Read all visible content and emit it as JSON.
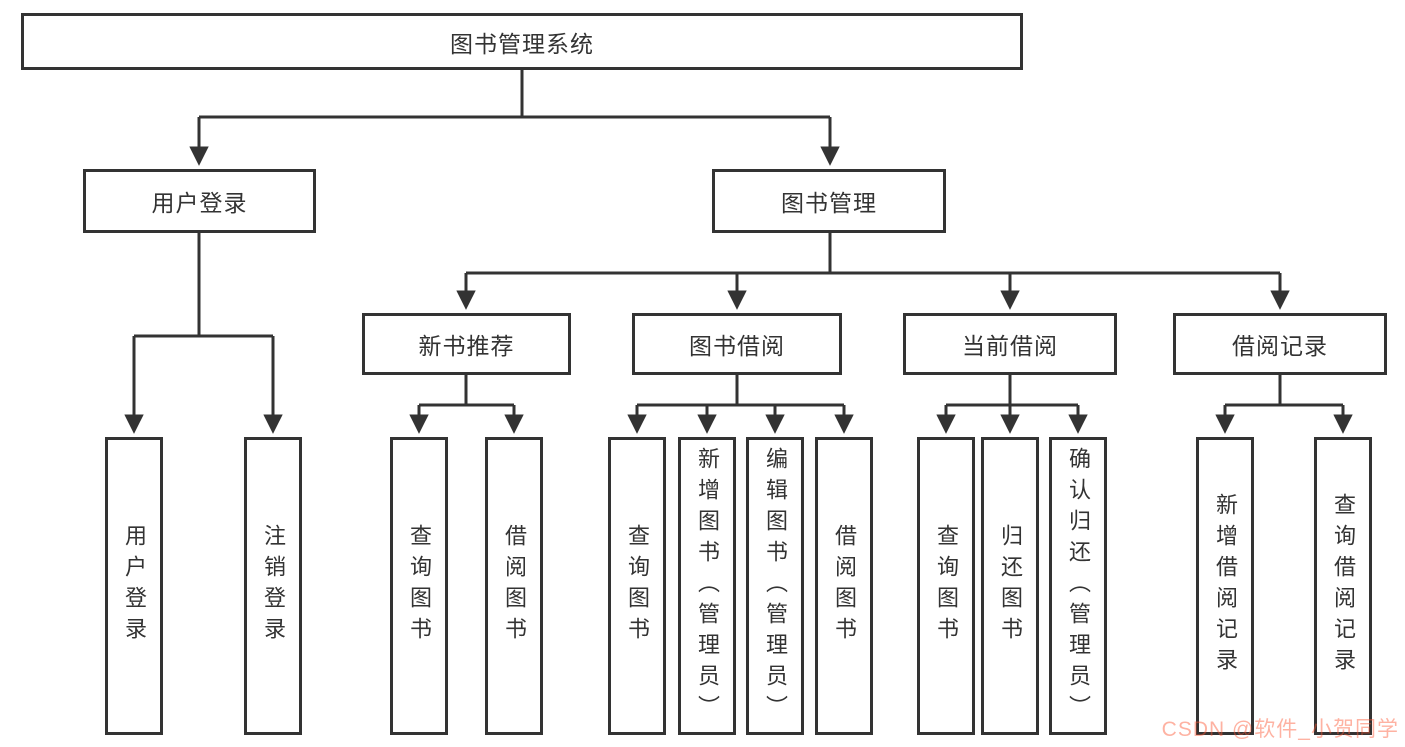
{
  "diagram": {
    "root": {
      "label": "图书管理系统"
    },
    "branches": [
      {
        "label": "用户登录",
        "children": [
          {
            "label": "用户登录"
          },
          {
            "label": "注销登录"
          }
        ]
      },
      {
        "label": "图书管理",
        "children": [
          {
            "label": "新书推荐",
            "children": [
              {
                "label": "查询图书"
              },
              {
                "label": "借阅图书"
              }
            ]
          },
          {
            "label": "图书借阅",
            "children": [
              {
                "label": "查询图书"
              },
              {
                "label": "新增图书（管理员）"
              },
              {
                "label": "编辑图书（管理员）"
              },
              {
                "label": "借阅图书"
              }
            ]
          },
          {
            "label": "当前借阅",
            "children": [
              {
                "label": "查询图书"
              },
              {
                "label": "归还图书"
              },
              {
                "label": "确认归还（管理员）"
              }
            ]
          },
          {
            "label": "借阅记录",
            "children": [
              {
                "label": "新增借阅记录"
              },
              {
                "label": "查询借阅记录"
              }
            ]
          }
        ]
      }
    ]
  },
  "watermark": {
    "text": "CSDN @软件_小贺同学"
  },
  "colors": {
    "line": "#333333",
    "box_border": "#333333",
    "text": "#333333",
    "watermark": "#fc5531"
  }
}
